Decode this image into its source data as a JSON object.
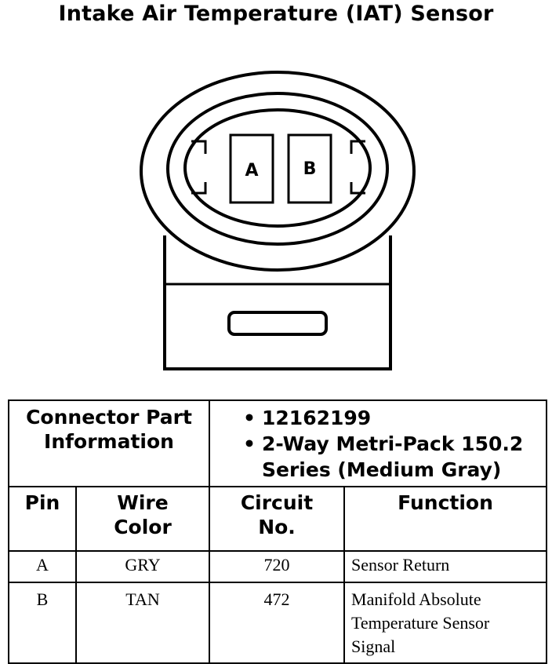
{
  "title": "Intake Air Temperature (IAT) Sensor",
  "connector_face": {
    "pins": [
      "A",
      "B"
    ]
  },
  "table": {
    "connector_part_label_line1": "Connector Part",
    "connector_part_label_line2": "Information",
    "connector_part_items": [
      {
        "line1": "12162199",
        "line2": ""
      },
      {
        "line1": "2-Way Metri-Pack 150.2",
        "line2": "Series (Medium Gray)"
      }
    ],
    "bullet": "•",
    "columns": [
      {
        "line1": "Pin",
        "line2": ""
      },
      {
        "line1": "Wire",
        "line2": "Color"
      },
      {
        "line1": "Circuit",
        "line2": "No."
      },
      {
        "line1": "Function",
        "line2": ""
      }
    ],
    "rows": [
      {
        "pin": "A",
        "wire_color": "GRY",
        "circuit": "720",
        "function_lines": [
          "Sensor Return"
        ]
      },
      {
        "pin": "B",
        "wire_color": "TAN",
        "circuit": "472",
        "function_lines": [
          "Manifold Absolute",
          "Temperature Sensor",
          "Signal"
        ]
      }
    ]
  }
}
